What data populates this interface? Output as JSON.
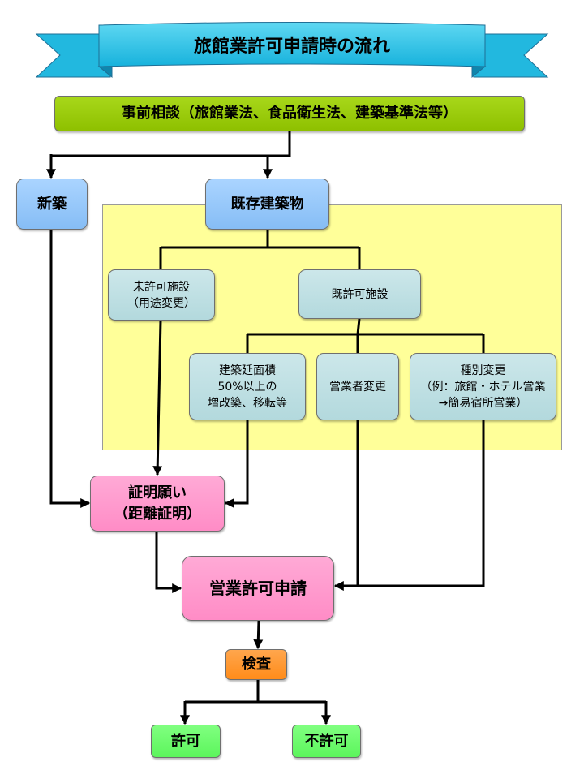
{
  "banner": {
    "title": "旅館業許可申請時の流れ"
  },
  "nodes": {
    "consult": "事前相談（旅館業法、食品衛生法、建築基準法等）",
    "new_build": "新築",
    "existing": "既存建築物",
    "unlicensed": {
      "line1": "未許可施設",
      "line2": "（用途変更）"
    },
    "licensed": "既許可施設",
    "extension": {
      "line1": "建築延面積",
      "line2": "50%以上の",
      "line3": "増改築、移転等"
    },
    "operator_change": "営業者変更",
    "type_change": {
      "line1": "種別変更",
      "line2": "（例：旅館・ホテル営業",
      "line3": "→簡易宿所営業）"
    },
    "certificate": {
      "line1": "証明願い",
      "line2": "（距離証明）"
    },
    "application": "営業許可申請",
    "inspection": "検査",
    "approved": "許可",
    "rejected": "不許可"
  },
  "colors": {
    "banner": "#29c4e8",
    "consult": "#99cc00",
    "start_boxes": "#99ccff",
    "category_boxes": "#bfe0e3",
    "process_boxes": "#ff99cc",
    "inspection": "#ff9933",
    "result_boxes": "#66ff66",
    "existing_zone": "#ffff99",
    "connector": "#000000"
  }
}
